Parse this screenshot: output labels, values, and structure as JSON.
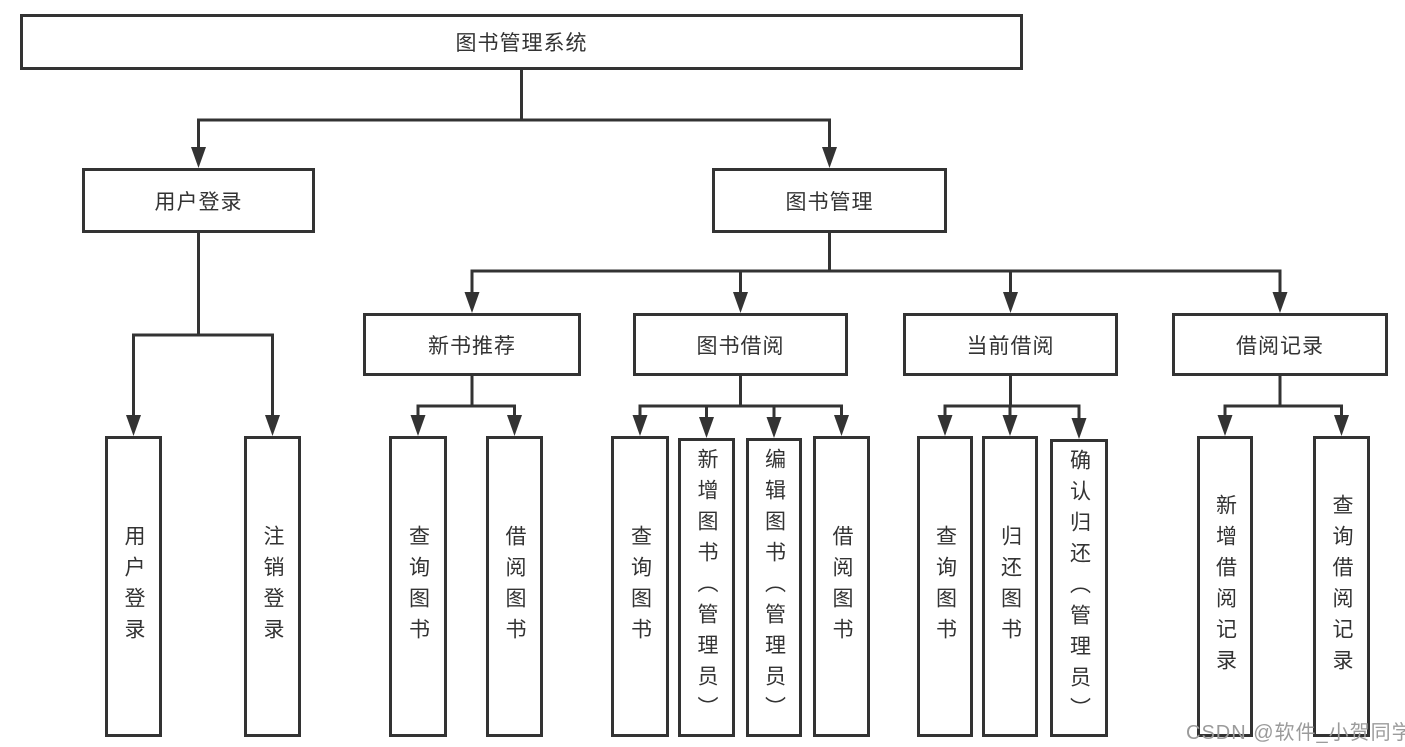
{
  "diagram_title": "图书管理系统",
  "tree": {
    "root": {
      "label": "图书管理系统"
    },
    "children": [
      {
        "label": "用户登录",
        "children": [
          {
            "label": "用户登录"
          },
          {
            "label": "注销登录"
          }
        ]
      },
      {
        "label": "图书管理",
        "children": [
          {
            "label": "新书推荐",
            "children": [
              {
                "label": "查询图书"
              },
              {
                "label": "借阅图书"
              }
            ]
          },
          {
            "label": "图书借阅",
            "children": [
              {
                "label": "查询图书"
              },
              {
                "label": "新增图书（管理员）"
              },
              {
                "label": "编辑图书（管理员）"
              },
              {
                "label": "借阅图书"
              }
            ]
          },
          {
            "label": "当前借阅",
            "children": [
              {
                "label": "查询图书"
              },
              {
                "label": "归还图书"
              },
              {
                "label": "确认归还（管理员）"
              }
            ]
          },
          {
            "label": "借阅记录",
            "children": [
              {
                "label": "新增借阅记录"
              },
              {
                "label": "查询借阅记录"
              }
            ]
          }
        ]
      }
    ]
  },
  "watermark": "CSDN @软件_小贺同学",
  "colors": {
    "line": "#333333",
    "text": "#333333",
    "box_background": "#ffffff",
    "page_background": "#ffffff",
    "watermark": "#9b9b9b"
  }
}
